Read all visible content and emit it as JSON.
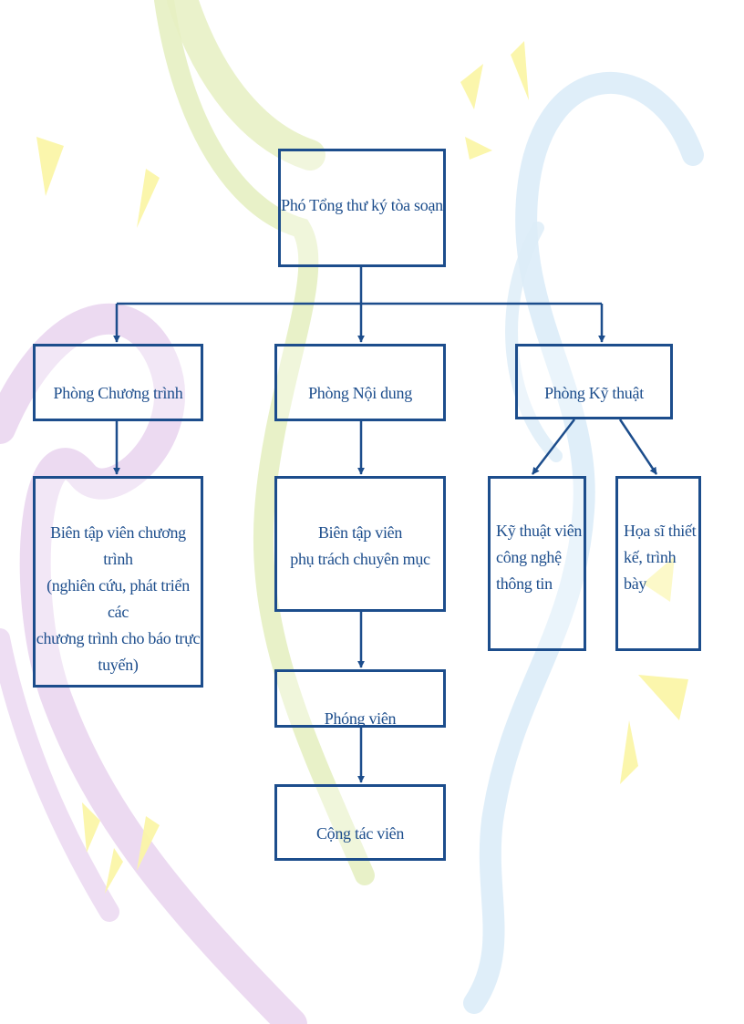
{
  "nodes": {
    "deputy": "Phó Tổng thư ký tòa soạn",
    "program_dept": "Phòng Chương trình",
    "content_dept": "Phòng Nội dung",
    "tech_dept": "Phòng Kỹ thuật",
    "program_editor": "Biên tập viên chương trình\n(nghiên cứu, phát triển các\nchương trình cho báo trực\ntuyến)",
    "section_editor": "Biên tập viên\nphụ trách chuyên mục",
    "it_tech": "Kỹ thuật viên\ncông nghệ\nthông tin",
    "designer": "Họa sĩ thiết\nkế, trình bày",
    "reporter": "Phóng viên",
    "contributor": "Cộng tác viên"
  },
  "colors": {
    "line": "#1c4d8c",
    "text": "#1c4d8c",
    "ribbon_green": "#e6f0c2",
    "ribbon_purple": "#ead6f0",
    "ribbon_blue": "#dcecf8",
    "confetti_yellow": "#fbf6a8"
  }
}
